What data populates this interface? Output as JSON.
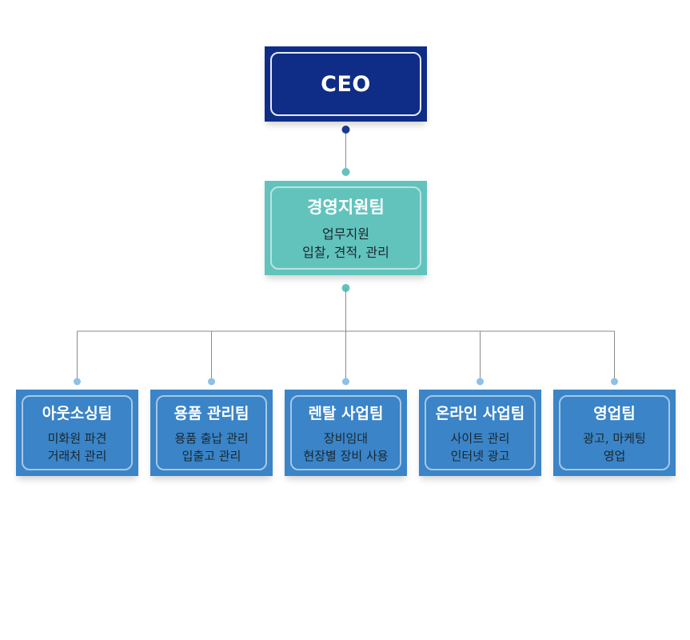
{
  "colors": {
    "ceo_box": "#0f2d87",
    "mgmt_box": "#62c3bd",
    "team_box": "#3a84c7",
    "connector_line": "#8a8a8a",
    "dot_ceo": "#1b3a8f",
    "dot_mgmt": "#62c3bd",
    "dot_team": "#8fc0e6"
  },
  "ceo": {
    "label": "CEO"
  },
  "management": {
    "title": "경영지원팀",
    "lines": [
      "업무지원",
      "입찰, 견적, 관리"
    ]
  },
  "teams": [
    {
      "title": "아웃소싱팀",
      "lines": [
        "미화원 파견",
        "거래처 관리"
      ]
    },
    {
      "title": "용품 관리팀",
      "lines": [
        "용품 출납 관리",
        "입출고 관리"
      ]
    },
    {
      "title": "렌탈 사업팀",
      "lines": [
        "장비임대",
        "현장별 장비 사용"
      ]
    },
    {
      "title": "온라인 사업팀",
      "lines": [
        "사이트 관리",
        "인터넷 광고"
      ]
    },
    {
      "title": "영업팀",
      "lines": [
        "광고, 마케팅",
        "영업"
      ]
    }
  ]
}
